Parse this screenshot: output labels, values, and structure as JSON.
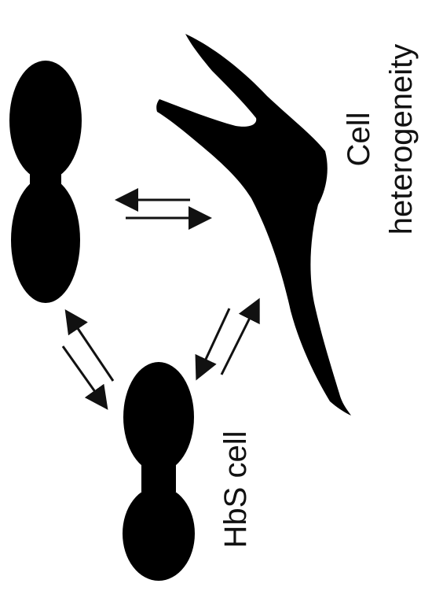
{
  "labels": {
    "hbs_cell": "HbS cell",
    "cell_heterogeneity_line1": "Cell",
    "cell_heterogeneity_line2": "heterogeneity"
  },
  "colors": {
    "cell_fill": "#000000",
    "arrow": "#111111",
    "background": "#ffffff"
  }
}
